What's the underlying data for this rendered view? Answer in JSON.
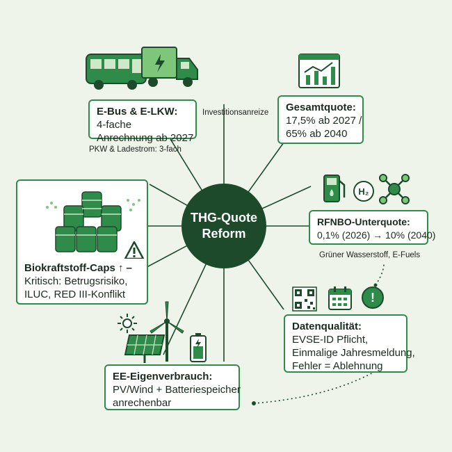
{
  "center": {
    "line1": "THG-Quote",
    "line2": "Reform"
  },
  "nodes": {
    "ebus": {
      "title": "E-Bus & E-LKW:",
      "lines": [
        "4-fache",
        "Anrechnung ab 2027"
      ]
    },
    "gesamt": {
      "title": "Gesamtquote:",
      "lines": [
        "17,5% ab 2027 /",
        "65% ab 2040"
      ]
    },
    "rfnbo": {
      "title": "RFNBO-Unterquote:",
      "lines": [
        "0,1% (2026) → 10% (2040)"
      ]
    },
    "bio": {
      "title": "Biokraftstoff-Caps ↑ –",
      "lines": [
        "Kritisch: Betrugsrisiko,",
        "ILUC, RED III-Konflikt"
      ]
    },
    "daten": {
      "title": "Datenqualität:",
      "lines": [
        "EVSE-ID Pflicht,",
        "Einmalige Jahresmeldung,",
        "Fehler = Ablehnung"
      ]
    },
    "ee": {
      "title": "EE-Eigenverbrauch:",
      "lines": [
        "PV/Wind + Batteriespeicher",
        "anrechenbar"
      ]
    }
  },
  "labels": {
    "investition": "Investitionsanreize",
    "pkw": "PKW & Ladestrom: 3-fach",
    "wasserstoff": "Grüner Wasserstoff, E-Fuels",
    "h2": "H₂",
    "warning": "!"
  },
  "icons": [
    "bus-icon",
    "truck-icon",
    "chart-icon",
    "fuel-pump-icon",
    "hydrogen-icon",
    "molecule-icon",
    "barrels-icon",
    "warning-icon",
    "qr-code-icon",
    "calendar-icon",
    "alert-icon",
    "sun-icon",
    "wind-turbine-icon",
    "solar-panel-icon",
    "battery-icon"
  ],
  "colors": {
    "background": "#eef4ea",
    "hub": "#1d4a2b",
    "accent": "#2f8b4a",
    "icon": "#1f6b35"
  }
}
